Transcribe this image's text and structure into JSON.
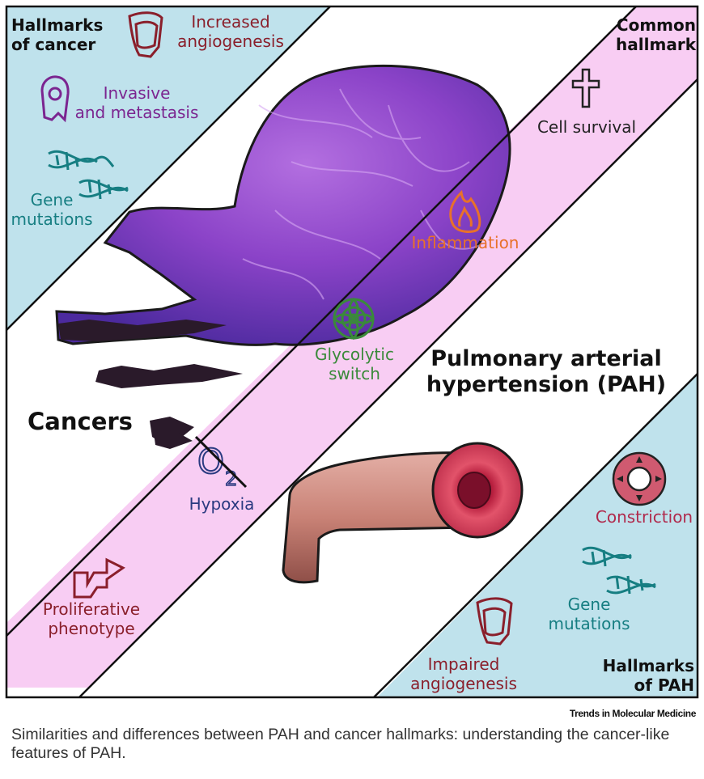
{
  "colors": {
    "cancer_zone": "#bfe2ec",
    "common_band": "#f8cdf3",
    "pah_zone": "#bfe2ec",
    "red_label": "#8a1f2b",
    "purple_label": "#7b2590",
    "teal_label": "#167e82",
    "orange_label": "#e8712a",
    "green_label": "#3a8a3a",
    "navy_label": "#2a3a80",
    "pink_label": "#b02a4c"
  },
  "cancer_hallmarks": {
    "heading_line1": "Hallmarks",
    "heading_line2": "of cancer",
    "angiogenesis_line1": "Increased",
    "angiogenesis_line2": "angiogenesis",
    "invasive_line1": "Invasive",
    "invasive_line2": "and metastasis",
    "gene_line1": "Gene",
    "gene_line2": "mutations"
  },
  "common": {
    "heading_line1": "Common",
    "heading_line2": "hallmark",
    "cell_survival": "Cell survival",
    "inflammation": "Inflammation",
    "glycolytic_line1": "Glycolytic",
    "glycolytic_line2": "switch",
    "hypoxia": "Hypoxia",
    "o2_letter": "O",
    "o2_subscript": "2",
    "proliferative_line1": "Proliferative",
    "proliferative_line2": "phenotype"
  },
  "cancers_label": "Cancers",
  "pah": {
    "title_line1": "Pulmonary arterial",
    "title_line2": "hypertension (PAH)",
    "constriction": "Constriction",
    "gene_line1": "Gene",
    "gene_line2": "mutations",
    "impaired_line1": "Impaired",
    "impaired_line2": "angiogenesis",
    "heading_line1": "Hallmarks",
    "heading_line2": "of PAH"
  },
  "brand": "Trends in Molecular Medicine",
  "caption": "Similarities and differences between PAH and cancer hallmarks: understanding the cancer-like features of PAH."
}
